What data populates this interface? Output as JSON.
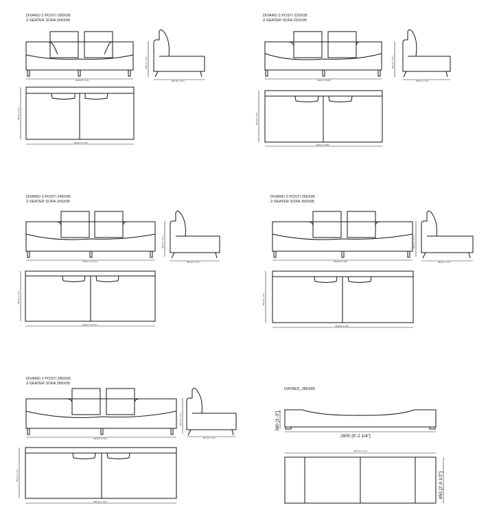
{
  "sofa_2p_200": {
    "title_it": "DIVANO 2 POSTI 200X95",
    "title_en": "2-SEATER SOFA 200X95",
    "front_width_dim": "2000 [6'-6 3/4\"]",
    "front_height_dim": "",
    "top_width_dim": "2000 [6'-6 3/4\"]",
    "top_depth_dim": "950 [3'-1 1/2\"]",
    "side_depth_dim": "950 [3'-1 1/2\"]",
    "side_height_dim": "800 [2'-7 1/2\"]"
  },
  "sofa_2p_220": {
    "title_it": "DIVANO 2 POSTI 220X95",
    "title_en": "2-SEATER SOFA 220X95",
    "front_width_dim": "2200 [7'-2 5/8\"]",
    "front_height_dim": "",
    "top_width_dim": "2200 [7'-2 5/8\"]",
    "top_depth_dim": "950 [3'-1 1/2\"]",
    "side_depth_dim": "950 [3'-1 1/2\"]",
    "side_height_dim": "800 [2'-7 1/2\"]"
  },
  "sofa_2p_240": {
    "title_it": "DIVANO 2 POSTI 240X95",
    "title_en": "2-SEATER SOFA 240X95",
    "front_width_dim": "2400 [7'-10 1/2\"]",
    "front_height_dim": "",
    "top_width_dim": "2400 [7'-10 1/2\"]",
    "top_depth_dim": "950 [3'-1 1/2\"]",
    "side_depth_dim": "950 [3'-1 1/2\"]",
    "side_height_dim": "800 [2'-7 1/2\"]"
  },
  "sofa_2p_260": {
    "title_it": "DIVANO 2 POSTI 260X95",
    "title_en": "2-SEATER SOFA 260X95",
    "front_width_dim": "2600 [8'-6 3/8\"]",
    "front_height_dim": "",
    "top_width_dim": "2600 [8'-6 3/8\"]",
    "top_depth_dim": "950 [3'-1 1/2\"]",
    "side_depth_dim": "950 [3'-1 1/2\"]",
    "side_height_dim": "800 [2'-7 1/2\"]"
  },
  "sofa_2p_280": {
    "title_it": "DIVANO 2 POSTI 280X95",
    "title_en": "2-SEATER SOFA 280X95",
    "front_width_dim": "2800 [9'-2 1/4\"]",
    "front_height_dim": "",
    "top_width_dim": "2800 [9'-2 1/4\"]",
    "top_depth_dim": "950 [3'-1 1/2\"]",
    "side_depth_dim": "950 [3'-1 1/2\"]",
    "side_height_dim": "800 [2'-7 1/2\"]"
  },
  "daybed": {
    "title": "DAYBED_280X85",
    "height_dim": "380 [1'-3\"]",
    "width_dim": "2800 [9'-2 1/4\"]",
    "top_width_dim": "2800 [9'-2 1/4\"]",
    "depth_dim": "850 [2'-9 1/2\"]"
  }
}
